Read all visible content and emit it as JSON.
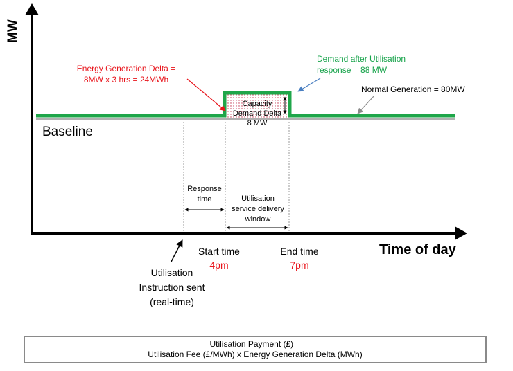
{
  "axes": {
    "y_label": "MW",
    "x_label": "Time of day"
  },
  "baseline_label": "Baseline",
  "annotations": {
    "energy_delta_line1": "Energy Generation Delta =",
    "energy_delta_line2": "8MW x 3 hrs = 24MWh",
    "demand_after_line1": "Demand after Utilisation",
    "demand_after_line2": "response = 88 MW",
    "normal_generation": "Normal Generation = 80MW",
    "capacity_line1": "Capacity",
    "capacity_line2": "Demand Delta",
    "capacity_value": "8 MW",
    "response_time_line1": "Response",
    "response_time_line2": "time",
    "delivery_line1": "Utilisation",
    "delivery_line2": "service delivery",
    "delivery_line3": "window"
  },
  "time_labels": {
    "start_label": "Start time",
    "start_value": "4pm",
    "end_label": "End time",
    "end_value": "7pm"
  },
  "instruction": {
    "line1": "Utilisation",
    "line2": "Instruction sent",
    "line3": "(real-time)"
  },
  "formula": {
    "line1": "Utilisation Payment (£) =",
    "line2": "Utilisation Fee (£/MWh) x Energy Generation Delta (MWh)"
  },
  "colors": {
    "demand_line": "#1fa64a",
    "baseline_line": "#b0b0b0",
    "red_text": "#e8141b",
    "green_text": "#16a34a",
    "blue_arrow": "#4a7fc1",
    "gray_arrow": "#8a8a8a",
    "dot_fill": "#c0304a"
  }
}
